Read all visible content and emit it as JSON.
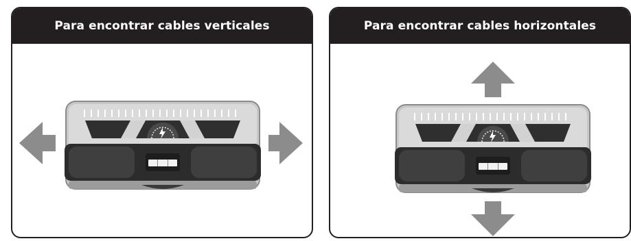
{
  "panels": [
    {
      "title": "Para encontrar cables verticales",
      "scan_direction": "horizontal",
      "arrows": [
        "left",
        "right"
      ]
    },
    {
      "title": "Para encontrar cables horizontales",
      "scan_direction": "vertical",
      "arrows": [
        "up",
        "down"
      ]
    }
  ],
  "colors": {
    "header_bg": "#231f20",
    "header_text": "#ffffff",
    "arrow": "#8c8c8c",
    "device_body": "#c9c9c9",
    "device_dark": "#3a3a3a"
  },
  "icons": {
    "device": "stud-finder-device",
    "indicator": "live-ac-voltage-indicator"
  }
}
